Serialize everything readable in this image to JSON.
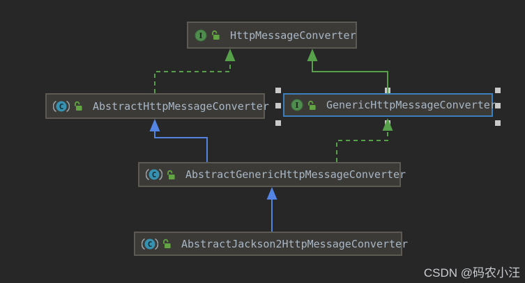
{
  "colors": {
    "canvas_bg": "#272727",
    "node_bg": "#3B3A36",
    "node_border": "#5C5A52",
    "node_text": "#A9B7C6",
    "selection_border": "#3D7EBF",
    "selection_handle": "#C9C9C9",
    "extends_blue": "#5484E4",
    "implements_green": "#57A14B",
    "interface_icon_bg": "#4F8D4F",
    "abstract_icon_bg": "#3792B1",
    "lock_green": "#62A443"
  },
  "icons": {
    "interface_glyph": "I",
    "class_glyph": "C"
  },
  "nodes": [
    {
      "label": "HttpMessageConverter",
      "type": "interface",
      "visibility": "public",
      "selected": false
    },
    {
      "label": "AbstractHttpMessageConverter",
      "type": "abstract-class",
      "visibility": "public",
      "selected": false
    },
    {
      "label": "GenericHttpMessageConverter",
      "type": "interface",
      "visibility": "public",
      "selected": true
    },
    {
      "label": "AbstractGenericHttpMessageConverter",
      "type": "abstract-class",
      "visibility": "public",
      "selected": false
    },
    {
      "label": "AbstractJackson2HttpMessageConverter",
      "type": "abstract-class",
      "visibility": "public",
      "selected": false
    }
  ],
  "edges": [
    {
      "from": "AbstractHttpMessageConverter",
      "to": "HttpMessageConverter",
      "relation": "implements",
      "style": "dashed-green"
    },
    {
      "from": "GenericHttpMessageConverter",
      "to": "HttpMessageConverter",
      "relation": "extends",
      "style": "solid-green"
    },
    {
      "from": "AbstractGenericHttpMessageConverter",
      "to": "AbstractHttpMessageConverter",
      "relation": "extends",
      "style": "solid-blue"
    },
    {
      "from": "AbstractGenericHttpMessageConverter",
      "to": "GenericHttpMessageConverter",
      "relation": "implements",
      "style": "dashed-green"
    },
    {
      "from": "AbstractJackson2HttpMessageConverter",
      "to": "AbstractGenericHttpMessageConverter",
      "relation": "extends",
      "style": "solid-blue"
    }
  ],
  "watermark": "CSDN @码农小汪"
}
